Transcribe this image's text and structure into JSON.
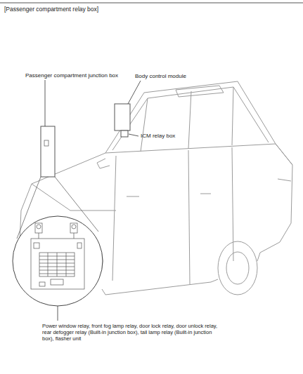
{
  "diagram": {
    "title": "[Passenger compartment relay box]",
    "labels": [
      "Passenger compartment junction box",
      "Body control module",
      "ICM relay box",
      "Power window relay, front fog lamp relay, door lock relay, door unlock relay, rear defogger relay (Built-in junction box), tail lamp relay (Built-in junction box), flasher unit"
    ]
  }
}
